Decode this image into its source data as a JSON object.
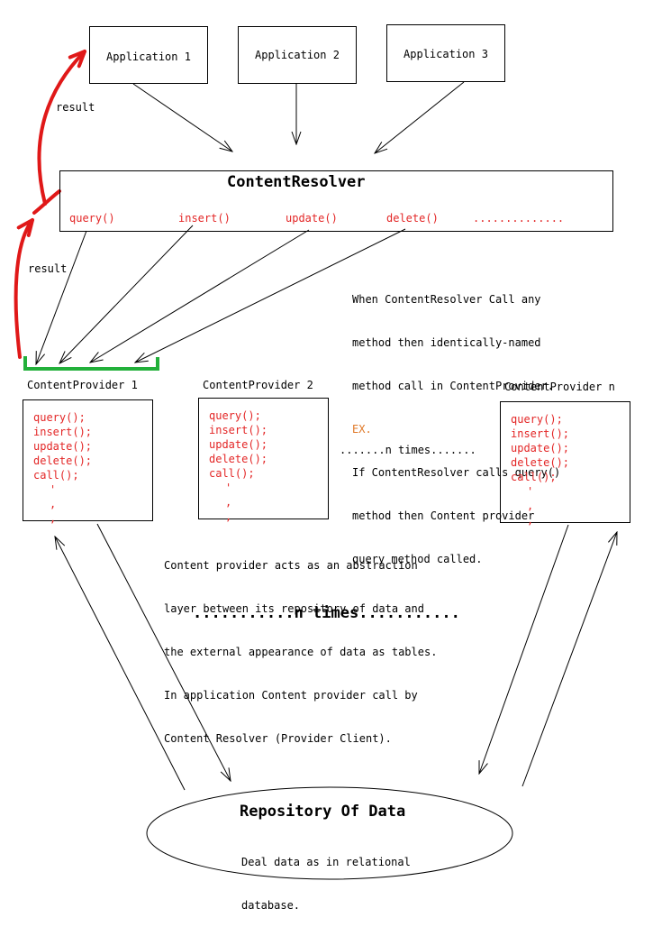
{
  "applications": [
    "Application 1",
    "Application 2",
    "Application 3"
  ],
  "content_resolver": {
    "title": "ContentResolver",
    "methods": [
      "query()",
      "insert()",
      "update()",
      "delete()",
      ".............."
    ]
  },
  "labels": {
    "result_top": "result",
    "result_bottom": "result"
  },
  "note_resolver": [
    "When ContentResolver Call any",
    "method then identically-named",
    "method call in ContentProvider.",
    "EX.",
    "If ContentResolver calls query()",
    "method then Content provider",
    "query method called."
  ],
  "providers": [
    {
      "title": "ContentProvider 1",
      "methods": [
        "query();",
        "insert();",
        "update();",
        "delete();",
        "call();",
        "'",
        ",",
        ","
      ]
    },
    {
      "title": "ContentProvider 2",
      "methods": [
        "query();",
        "insert();",
        "update();",
        "delete();",
        "call();",
        "'",
        ",",
        ","
      ]
    },
    {
      "title": "ContentProvider n",
      "methods": [
        "query();",
        "insert();",
        "update();",
        "delete();",
        "call();",
        "'",
        ",",
        ","
      ]
    }
  ],
  "n_times_small": ".......n times.......",
  "note_provider": [
    "Content provider acts as an abstraction",
    "layer between its repository of data and",
    "the external appearance of data as tables.",
    "In application Content provider call by",
    "Content Resolver (Provider Client)."
  ],
  "n_times_large": "...........n times...........",
  "repository": {
    "title": "Repository Of Data",
    "description": [
      "Deal data as in relational",
      "database."
    ]
  },
  "colors": {
    "method_red": "#e32626",
    "result_arrow_red": "#e01818",
    "bracket_green": "#22b03a",
    "ex_orange": "#e07a2a",
    "line_black": "#000000"
  }
}
